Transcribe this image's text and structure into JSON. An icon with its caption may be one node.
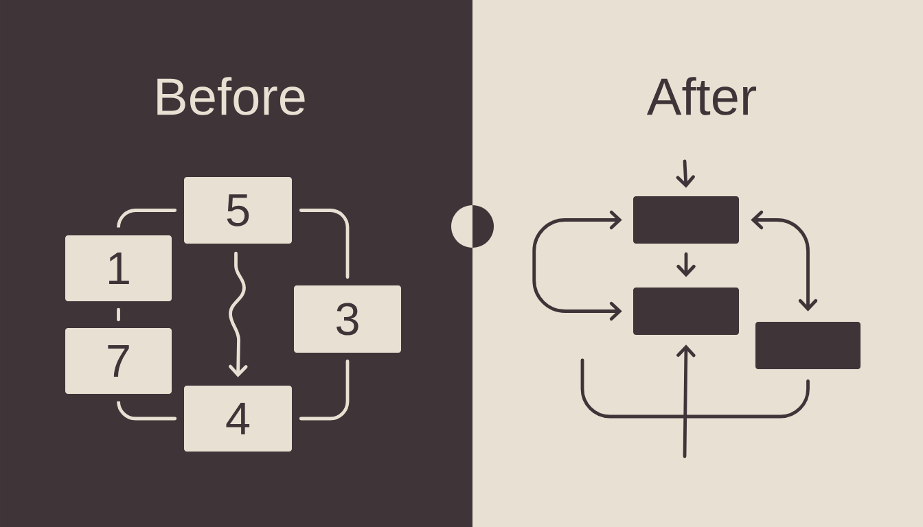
{
  "diagram": {
    "nodes": [
      {
        "text": [
          "5"
        ]
      },
      {
        "text": [
          "1"
        ]
      },
      {
        "text": [
          "7"
        ]
      },
      {
        "text": [
          "3"
        ]
      },
      {
        "text": [
          "4"
        ]
      },
      {
        "text": [],
        "shape": "box"
      },
      {
        "text": [],
        "shape": "box"
      },
      {
        "text": [],
        "shape": "box"
      }
    ],
    "edges": [
      {
        "from": 0,
        "to": 1,
        "arrow": "none"
      },
      {
        "from": 1,
        "to": 2,
        "arrow": "none"
      },
      {
        "from": 2,
        "to": 4,
        "arrow": "none"
      },
      {
        "from": 4,
        "to": 3,
        "arrow": "none"
      },
      {
        "from": 3,
        "to": 0,
        "arrow": "none"
      },
      {
        "from": 0,
        "to": 4,
        "arrow": "to"
      },
      {
        "from": null,
        "to": 5,
        "arrow": "to",
        "color": "#3f3438"
      },
      {
        "from": 5,
        "to": 6,
        "arrow": "to",
        "color": "#3f3438"
      },
      {
        "from": 5,
        "to": 6,
        "arrow": "both",
        "color": "#3f3438"
      },
      {
        "from": 5,
        "to": 7,
        "arrow": "both",
        "color": "#3f3438"
      },
      {
        "from": null,
        "to": 6,
        "arrow": "to",
        "color": "#3f3438"
      },
      {
        "from": 7,
        "to": null,
        "arrow": "none",
        "color": "#3f3438"
      }
    ],
    "labels": [
      "Before",
      "After"
    ]
  }
}
